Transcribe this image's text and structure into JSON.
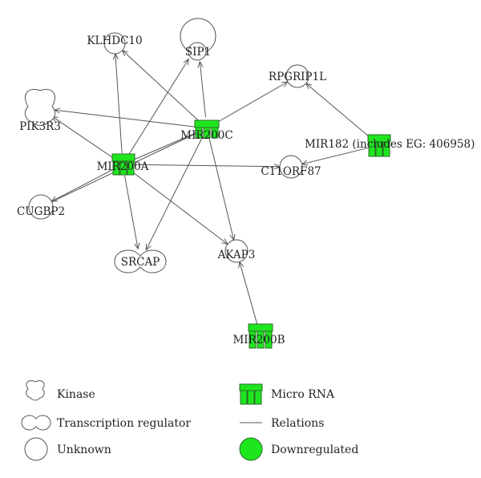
{
  "nodes": {
    "klhdc10": {
      "label": "KLHDC10",
      "type": "unknown"
    },
    "sip1": {
      "label": "SIP1",
      "type": "unknown"
    },
    "rpgrip1l": {
      "label": "RPGRIP1L",
      "type": "unknown"
    },
    "pik3r3": {
      "label": "PIK3R3",
      "type": "kinase"
    },
    "mir200c": {
      "label": "MIR200C",
      "type": "micro-rna"
    },
    "mir182": {
      "label": "MIR182 (includes EG: 406958)",
      "type": "micro-rna"
    },
    "mir200a": {
      "label": "MIR200A",
      "type": "micro-rna"
    },
    "c11orf87": {
      "label": "C11ORF87",
      "type": "unknown"
    },
    "cugbp2": {
      "label": "CUGBP2",
      "type": "unknown"
    },
    "srcap": {
      "label": "SRCAP",
      "type": "transcription-regulator"
    },
    "akap3": {
      "label": "AKAP3",
      "type": "unknown"
    },
    "mir200b": {
      "label": "MIR200B",
      "type": "micro-rna"
    }
  },
  "edges": [
    {
      "from": "mir200a",
      "to": "klhdc10"
    },
    {
      "from": "mir200a",
      "to": "sip1"
    },
    {
      "from": "mir200a",
      "to": "pik3r3"
    },
    {
      "from": "mir200a",
      "to": "c11orf87"
    },
    {
      "from": "mir200a",
      "to": "cugbp2"
    },
    {
      "from": "mir200a",
      "to": "srcap"
    },
    {
      "from": "mir200a",
      "to": "akap3"
    },
    {
      "from": "mir200a",
      "to": "mir200c",
      "arrow": false
    },
    {
      "from": "mir200c",
      "to": "klhdc10"
    },
    {
      "from": "mir200c",
      "to": "sip1"
    },
    {
      "from": "mir200c",
      "to": "rpgrip1l"
    },
    {
      "from": "mir200c",
      "to": "pik3r3"
    },
    {
      "from": "mir200c",
      "to": "srcap"
    },
    {
      "from": "mir200c",
      "to": "akap3"
    },
    {
      "from": "mir200c",
      "to": "cugbp2",
      "arrow": false
    },
    {
      "from": "mir182",
      "to": "rpgrip1l"
    },
    {
      "from": "mir182",
      "to": "c11orf87"
    },
    {
      "from": "mir200b",
      "to": "akap3"
    }
  ],
  "legend": {
    "kinase": "Kinase",
    "transcription_regulator": "Transcription regulator",
    "unknown": "Unknown",
    "micro_rna": "Micro RNA",
    "relations": "Relations",
    "downregulated": "Downregulated"
  },
  "colors": {
    "downregulated": "#1ee61e",
    "node_stroke": "#555555",
    "edge": "#555555"
  }
}
